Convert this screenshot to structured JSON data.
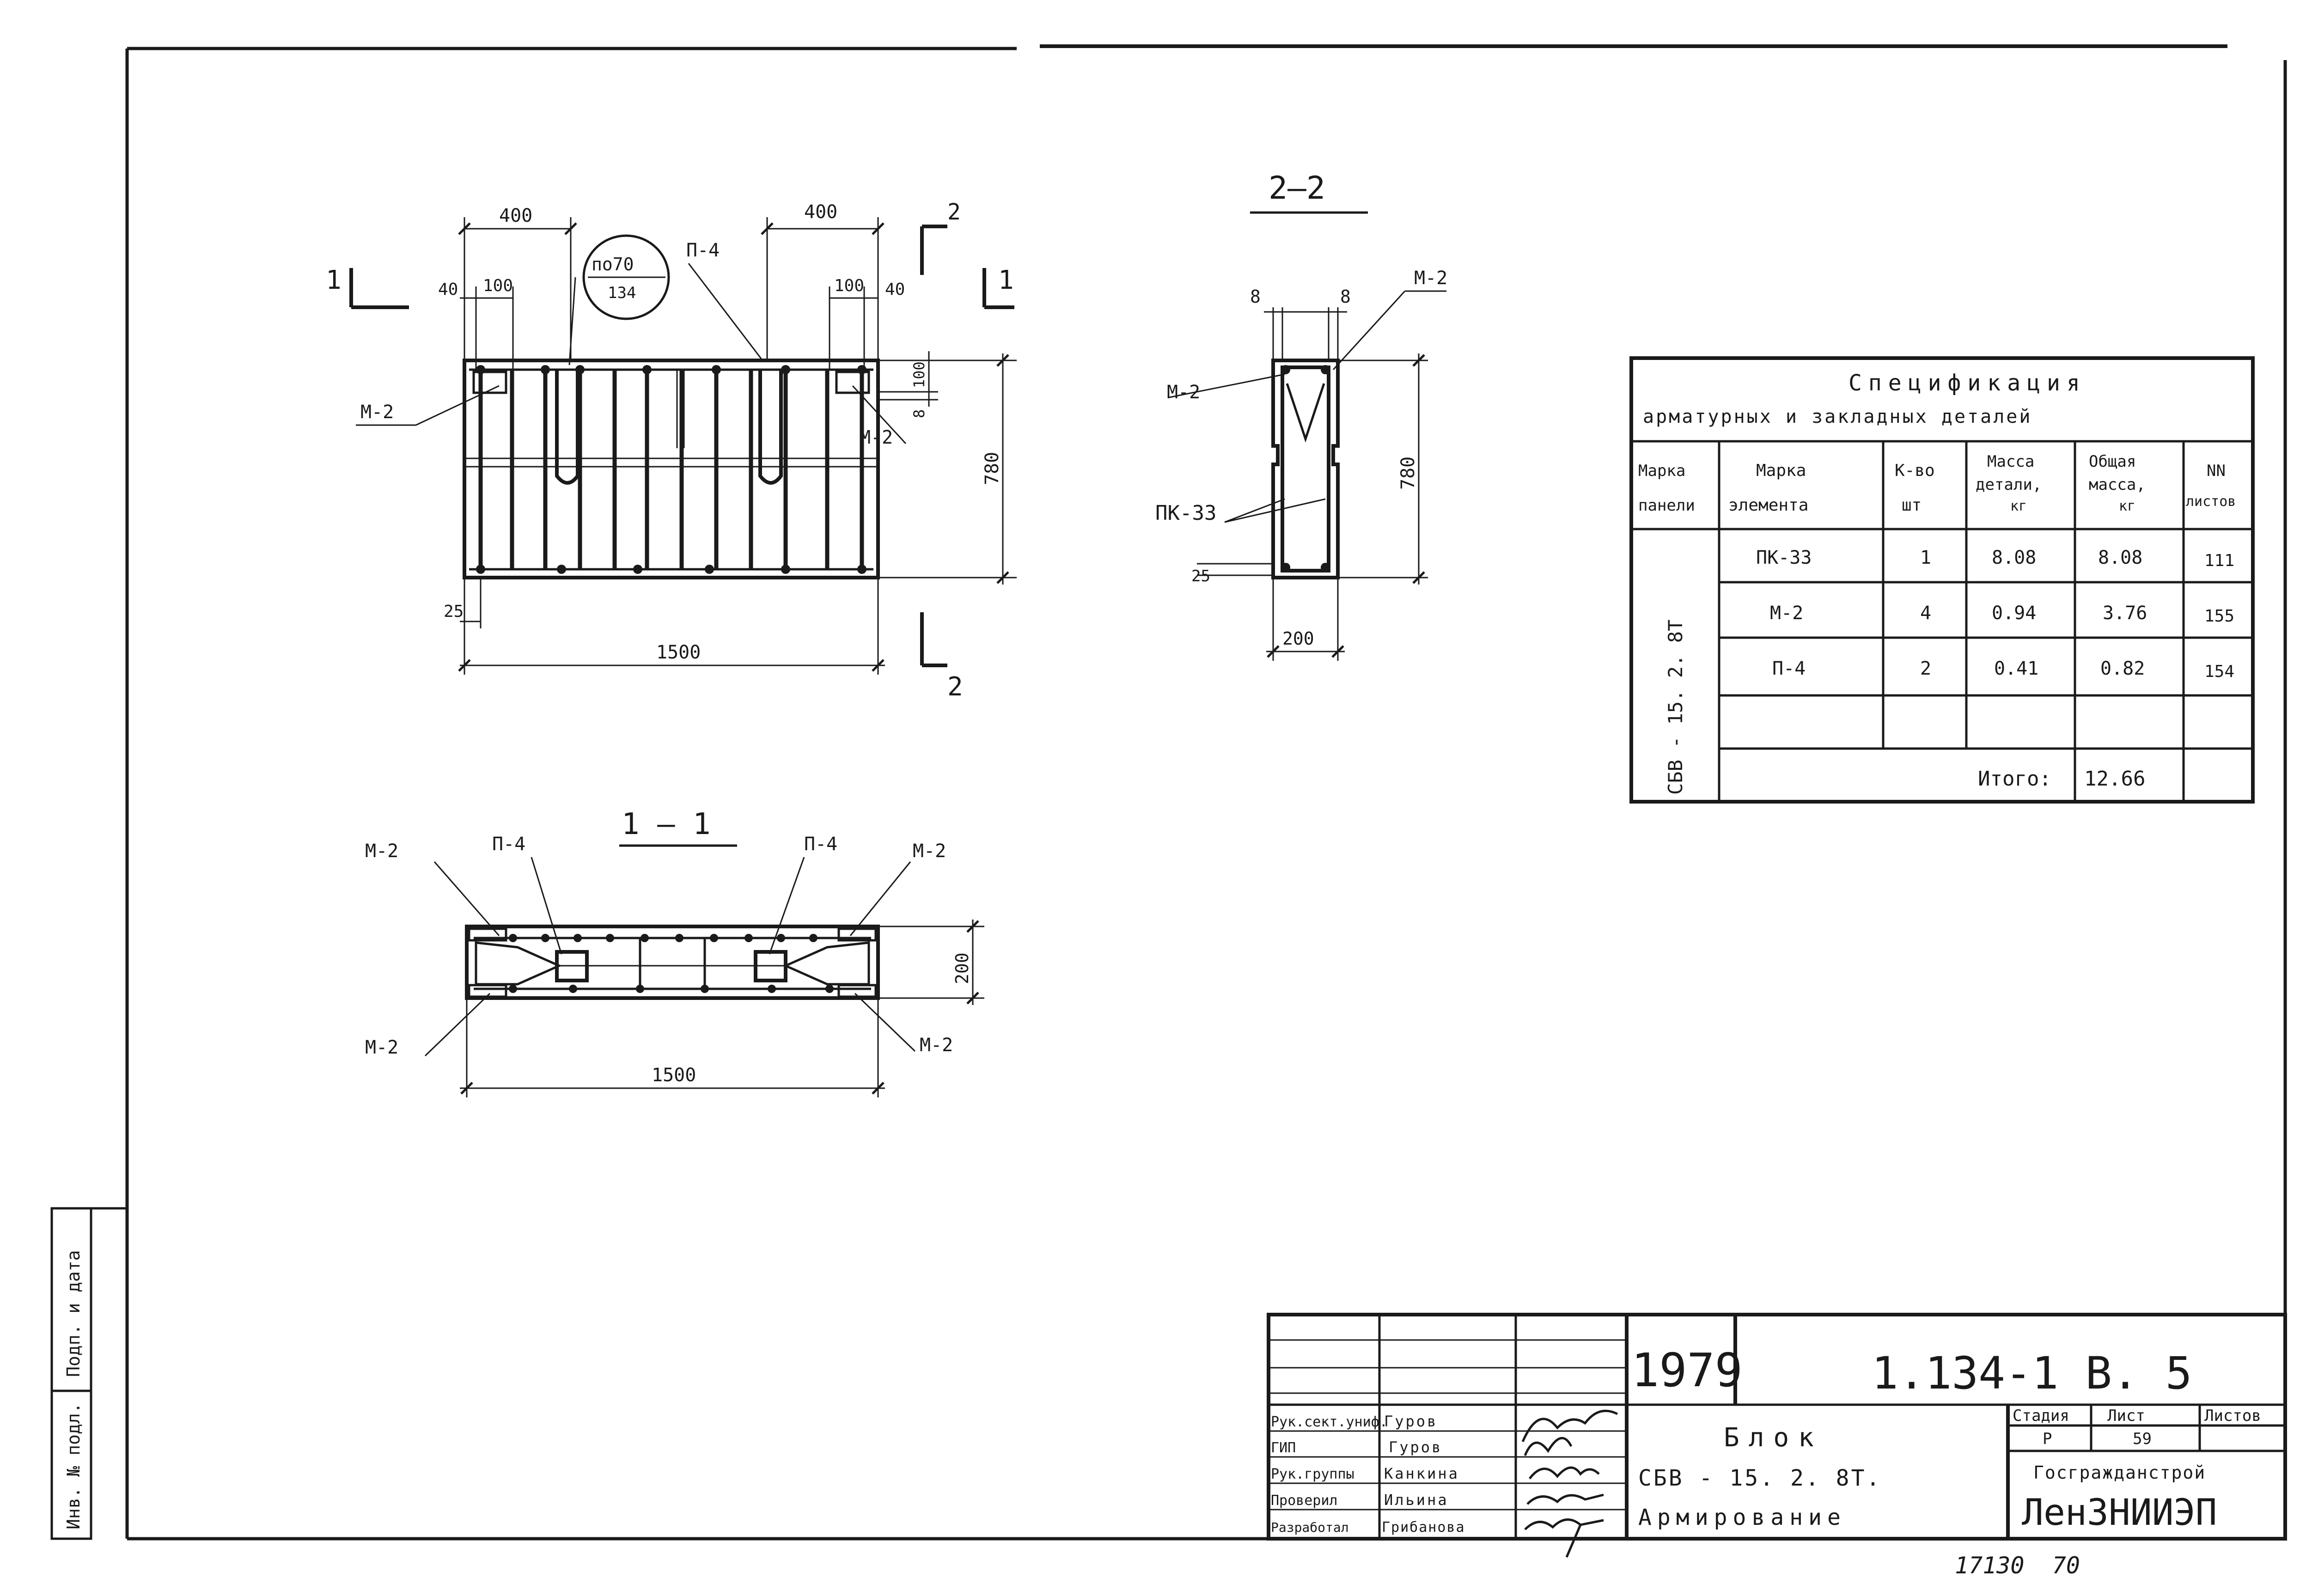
{
  "drawing": {
    "sections": {
      "plan_cut_left": "1",
      "plan_cut_right": "1",
      "section_2_top": "2",
      "section_2_bottom": "2",
      "section_2_title": "2—2",
      "section_1_title": "1 — 1"
    },
    "front_view": {
      "dim_left_400": "400",
      "dim_right_400": "400",
      "dim_40_left": "40",
      "dim_100_left": "100",
      "dim_100_right": "100",
      "dim_40_right": "40",
      "dim_100_vertical": "100",
      "dim_8": "8",
      "dim_780": "780",
      "dim_25": "25",
      "dim_1500": "1500",
      "callout_top": "по70",
      "callout_bottom": "134",
      "label_p4": "П-4",
      "label_m2_left": "М-2",
      "label_m2_right": "М-2"
    },
    "section_2_2": {
      "dim_8_left": "8",
      "dim_8_right": "8",
      "label_m2_top": "М-2",
      "label_m2_left": "М-2",
      "label_pk33": "ПК-33",
      "dim_780": "780",
      "dim_25": "25",
      "dim_200": "200"
    },
    "section_1_1": {
      "label_m2_tl": "М-2",
      "label_p4_left": "П-4",
      "label_p4_right": "П-4",
      "label_m2_tr": "М-2",
      "label_m2_bl": "М-2",
      "label_m2_br": "М-2",
      "dim_200": "200",
      "dim_1500": "1500"
    }
  },
  "spec_table": {
    "title": "Спецификация",
    "subtitle": "арматурных и закладных деталей",
    "headers": [
      "Марка панели",
      "Марка элемента",
      "К-во шт",
      "Масса детали, кг",
      "Общая масса, кг",
      "NN листов"
    ],
    "panel_mark": "СБВ - 15. 2. 8Т",
    "rows": [
      [
        "ПК-33",
        "1",
        "8.08",
        "8.08",
        "111"
      ],
      [
        "М-2",
        "4",
        "0.94",
        "3.76",
        "155"
      ],
      [
        "П-4",
        "2",
        "0.41",
        "0.82",
        "154"
      ],
      [
        "",
        "",
        "",
        "",
        ""
      ]
    ],
    "total_label": "Итого:",
    "total_value": "12.66"
  },
  "left_strip": {
    "sign_date": "Подп. и дата",
    "inv_no": "Инв. № подл."
  },
  "title_block": {
    "year": "1979",
    "doc_code": "1.134-1 В. 5",
    "roles": [
      "Рук.сект.униф.",
      "ГИП",
      "Рук.группы",
      "Проверил",
      "Разработал"
    ],
    "names": [
      "Гуров",
      "Гуров",
      "Канкина",
      "Ильина",
      "Грибанова"
    ],
    "title_line1": "Блок",
    "title_line2": "СБВ - 15. 2. 8Т.",
    "title_line3": "Армирование",
    "stage_header": "Стадия",
    "sheet_header": "Лист",
    "sheets_header": "Листов",
    "stage_value": "Р",
    "sheet_value": "59",
    "org_line1": "Госгражданстрой",
    "org_line2": "ЛенЗНИИЭП"
  },
  "footer": {
    "stamp": "17130  70"
  }
}
